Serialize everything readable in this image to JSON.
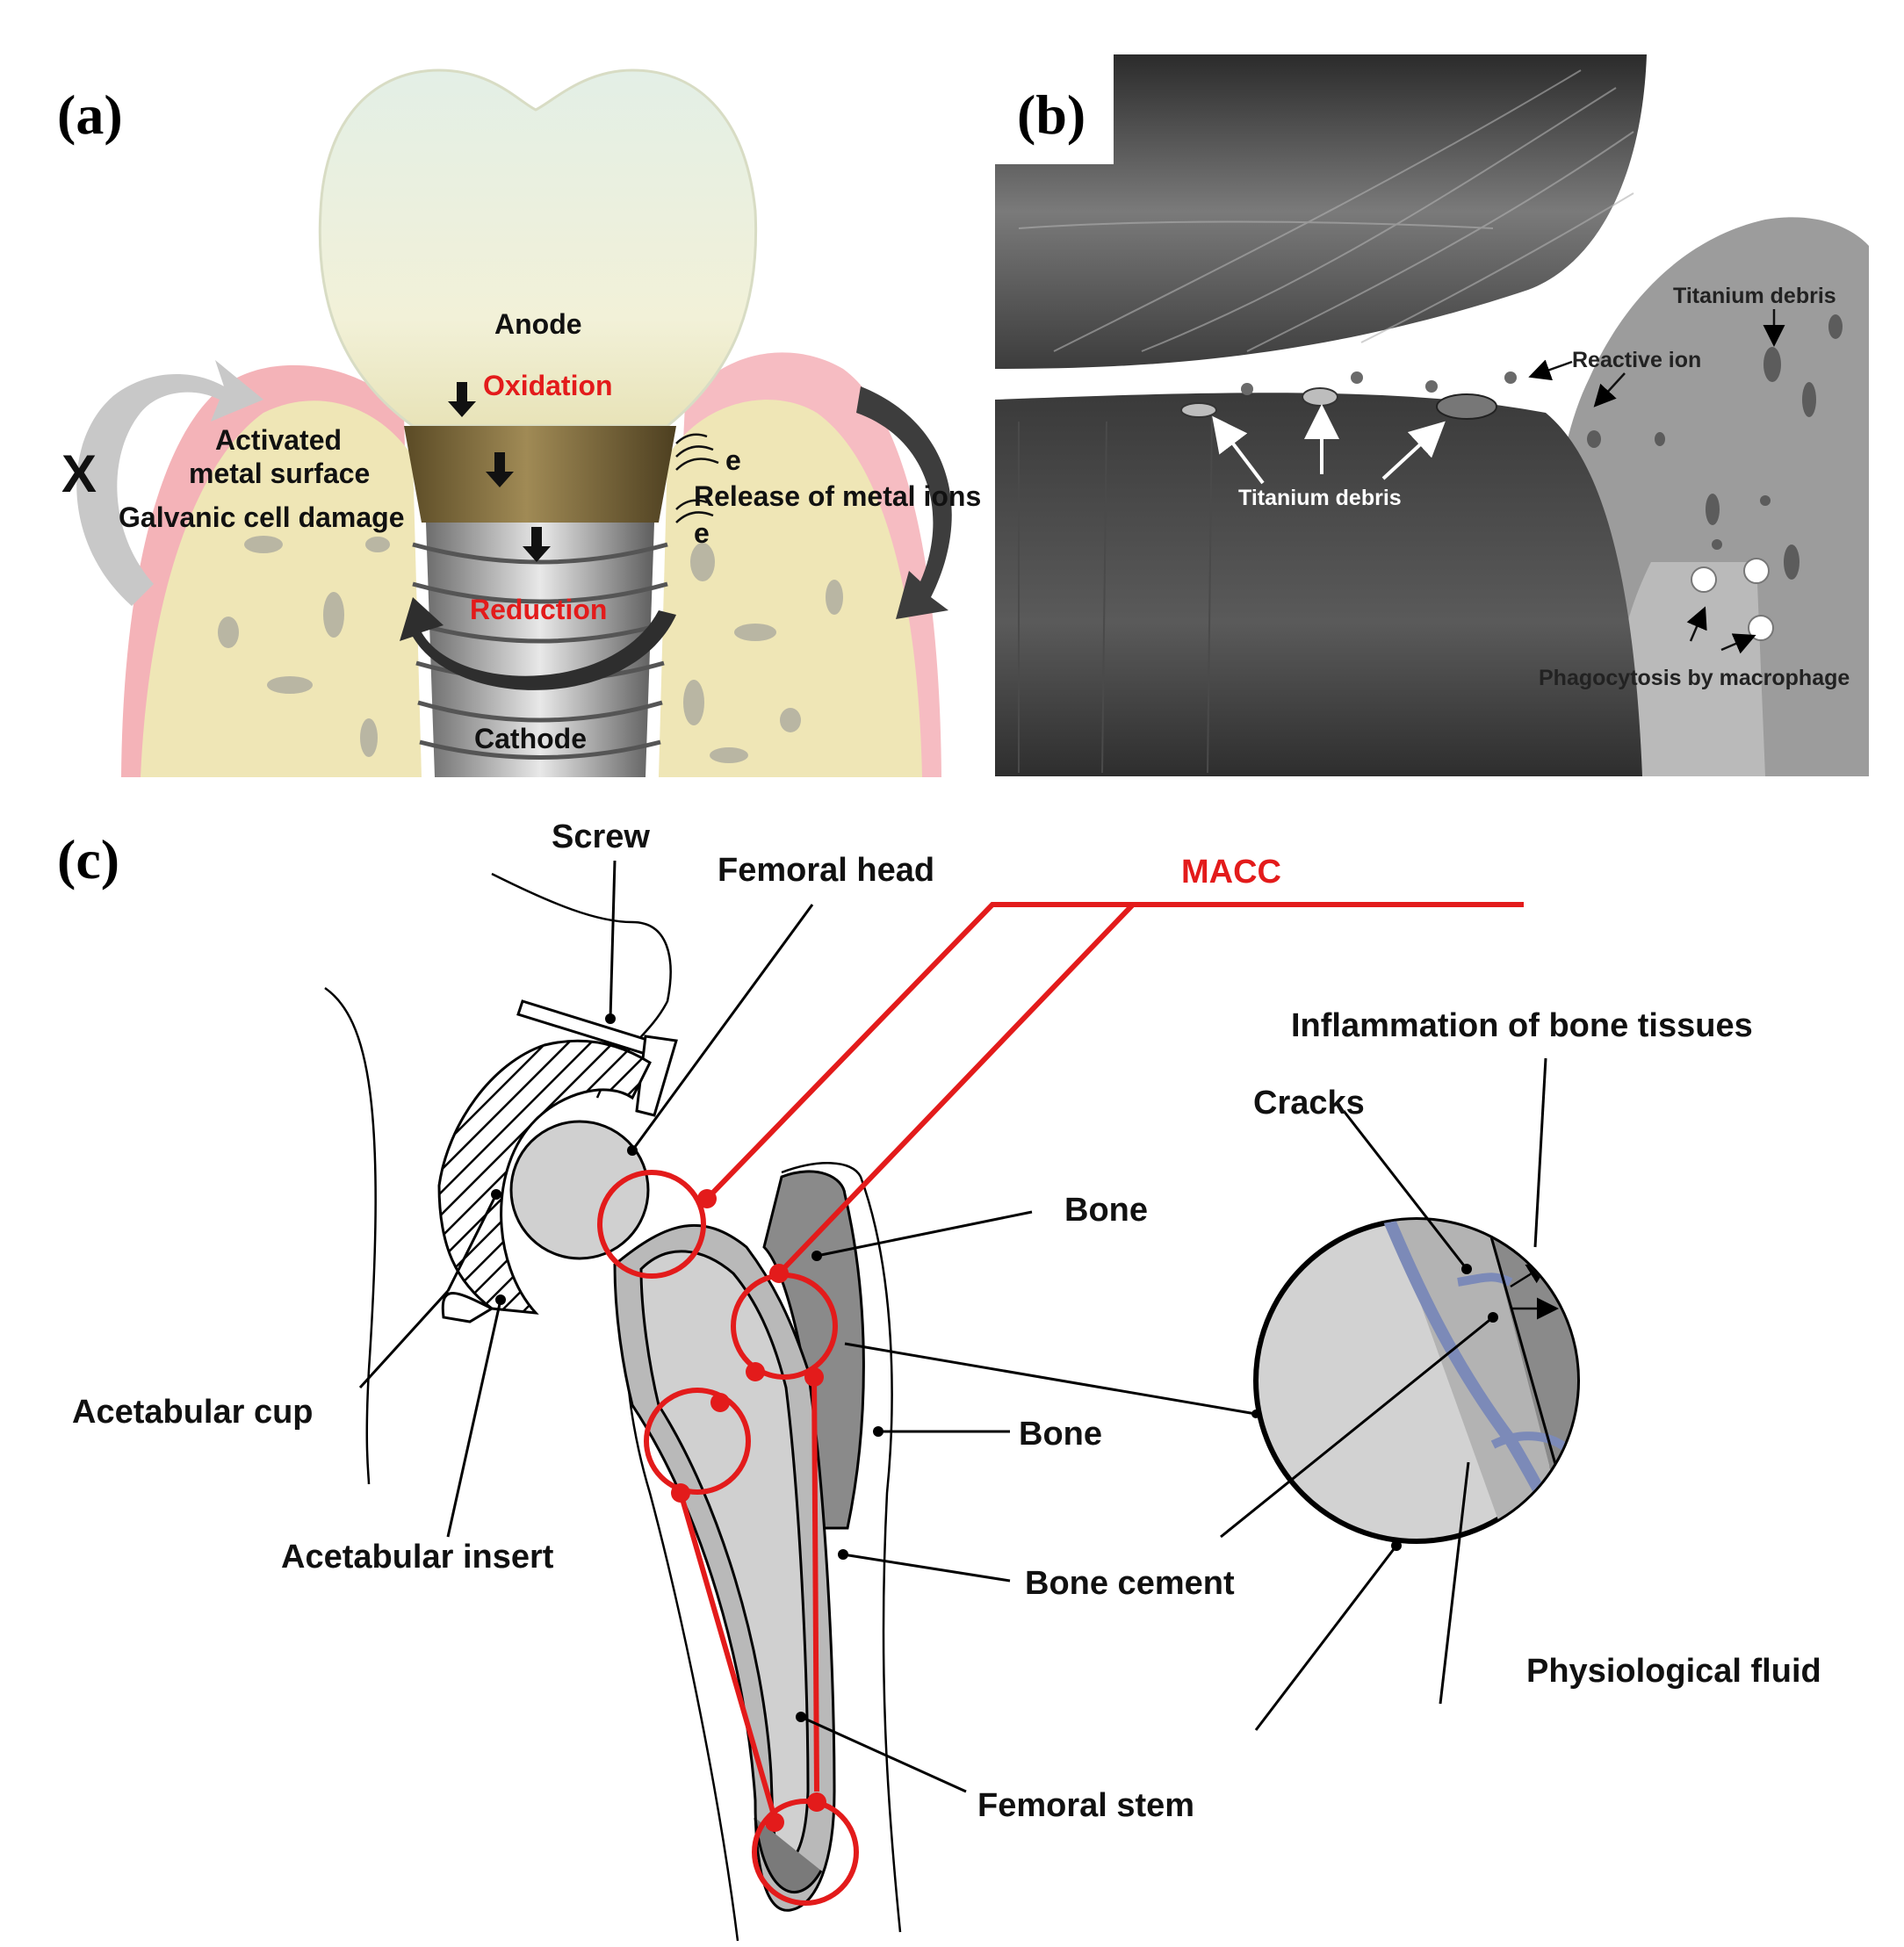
{
  "panels": {
    "a": {
      "label": "(a)",
      "anode": "Anode",
      "oxidation": "Oxidation",
      "activated": "Activated",
      "metal_surface": "metal surface",
      "galvanic": "Galvanic cell damage",
      "release": "Release of metal ions",
      "electron": "e",
      "reduction": "Reduction",
      "cathode": "Cathode",
      "x_mark": "X"
    },
    "b": {
      "label": "(b)",
      "titanium_debris_top": "Titanium debris",
      "reactive_ion": "Reactive ion",
      "titanium_debris_mid": "Titanium debris",
      "phagocytosis": "Phagocytosis by macrophage"
    },
    "c": {
      "label": "(c)",
      "screw": "Screw",
      "femoral_head": "Femoral head",
      "macc": "MACC",
      "inflammation": "Inflammation of bone tissues",
      "cracks": "Cracks",
      "bone_upper": "Bone",
      "bone_lower": "Bone",
      "acetabular_cup": "Acetabular cup",
      "acetabular_insert": "Acetabular insert",
      "bone_cement": "Bone cement",
      "physiological_fluid": "Physiological fluid",
      "femoral_stem": "Femoral stem"
    }
  },
  "colors": {
    "accent_red": "#e31b1b",
    "gum_pink": "#f4b3b8",
    "bone_cream": "#efe6b6",
    "crown": "#eef3de",
    "implant_gray": "#a9a9a9",
    "dark_gray": "#555555"
  }
}
